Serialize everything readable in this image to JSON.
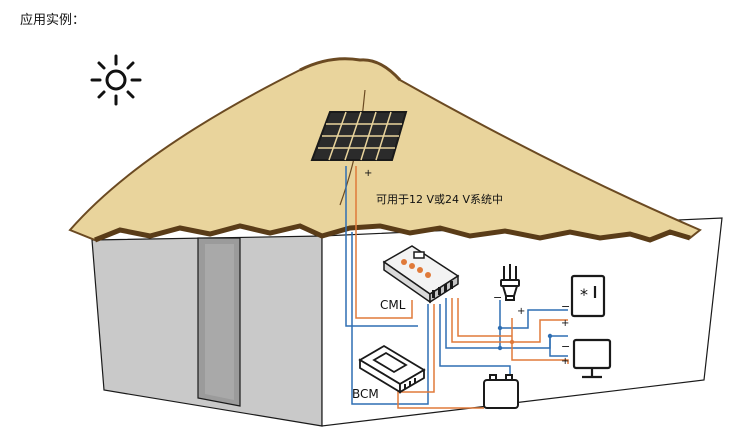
{
  "title": "应用实例：",
  "note": "可用于12 V或24 V系统中",
  "labels": {
    "cml": "CML",
    "bcm": "BCM",
    "plus": "+",
    "minus": "−",
    "fridge_text": "*"
  },
  "colors": {
    "thatch": "#e9d49c",
    "thatch_edge": "#6b4a22",
    "wall_left": "#c9c9c9",
    "door": "#9a9a9a",
    "positive_wire": "#e07a3a",
    "negative_wire": "#2f6fb3",
    "outline": "#1a1a1a"
  },
  "icons": [
    "sun-icon",
    "solar-panel-icon",
    "cml-controller-icon",
    "bcm-meter-icon",
    "battery-icon",
    "lamp-icon",
    "fridge-icon",
    "monitor-icon"
  ]
}
